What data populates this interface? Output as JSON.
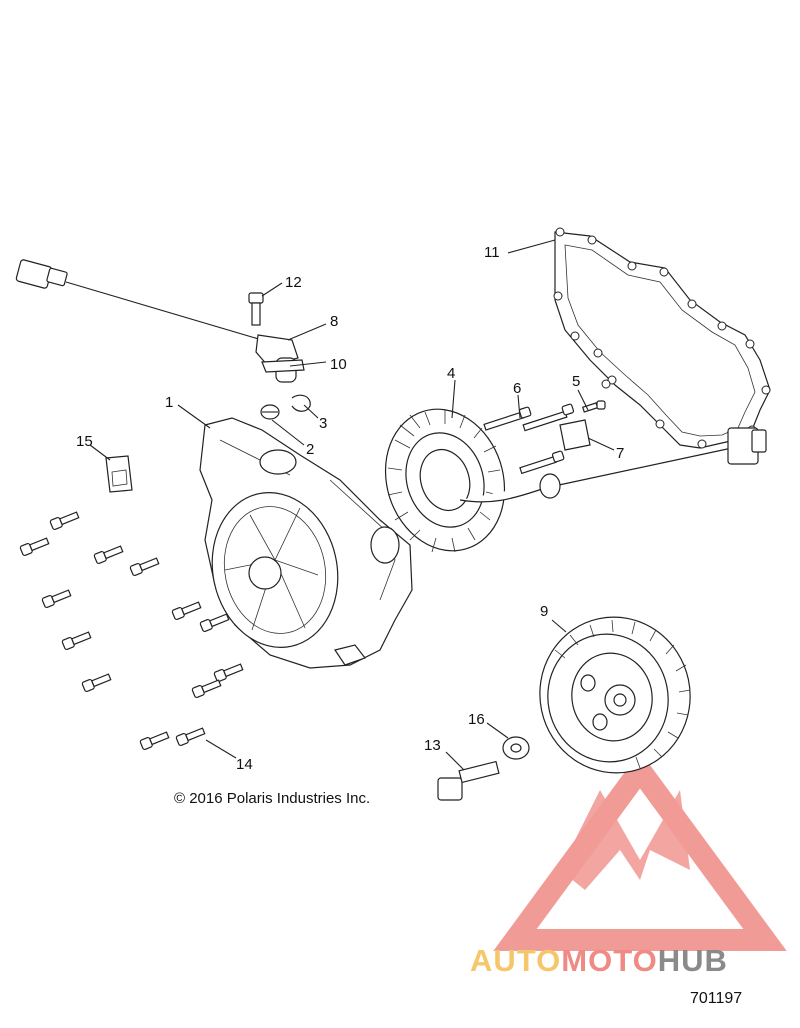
{
  "callouts": {
    "c1": "1",
    "c2": "2",
    "c3": "3",
    "c4": "4",
    "c5": "5",
    "c6": "6",
    "c7": "7",
    "c8": "8",
    "c9": "9",
    "c10": "10",
    "c11": "11",
    "c12": "12",
    "c13": "13",
    "c14": "14",
    "c15": "15",
    "c16": "16"
  },
  "copyright": "© 2016 Polaris Industries Inc.",
  "figure_number": "701197",
  "watermark": {
    "brand_part1": "AUTO",
    "brand_part2": "MOTO",
    "brand_part3": "HUB",
    "colors": {
      "light": "#f5c76a",
      "accent": "#ef8a84",
      "dark": "#8a8a8a"
    }
  }
}
